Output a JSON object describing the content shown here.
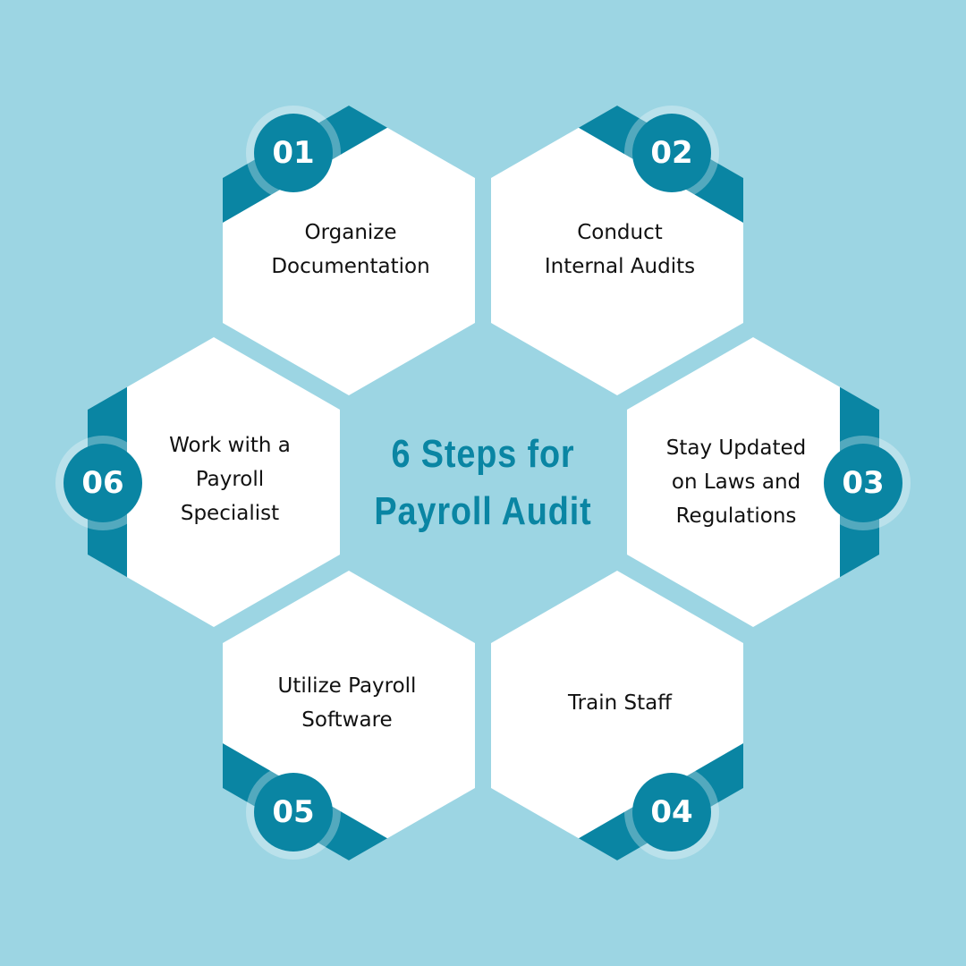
{
  "title": {
    "line1": "6 Steps for",
    "line2": "Payroll Audit"
  },
  "colors": {
    "background": "#9cd5e3",
    "accent": "#0a85a3",
    "hexagon": "#ffffff",
    "text": "#111111"
  },
  "steps": [
    {
      "number": "01",
      "lines": [
        "Organize",
        "Documentation"
      ]
    },
    {
      "number": "02",
      "lines": [
        "Conduct",
        "Internal Audits"
      ]
    },
    {
      "number": "03",
      "lines": [
        "Stay Updated",
        "on Laws and",
        "Regulations"
      ]
    },
    {
      "number": "04",
      "lines": [
        "Train Staff"
      ]
    },
    {
      "number": "05",
      "lines": [
        "Utilize Payroll",
        "Software"
      ]
    },
    {
      "number": "06",
      "lines": [
        "Work with a",
        "Payroll",
        "Specialist"
      ]
    }
  ]
}
